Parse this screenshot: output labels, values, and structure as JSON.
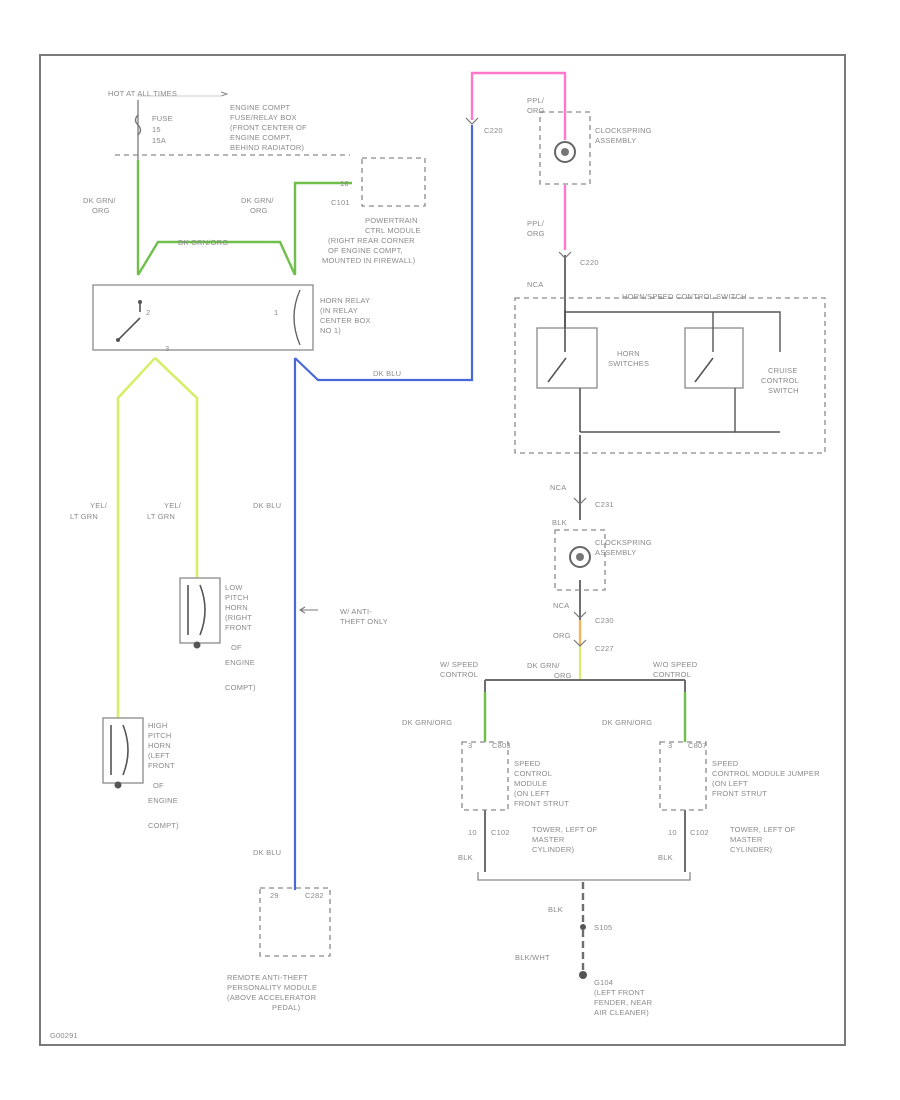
{
  "colors": {
    "green": "#6fbf4a",
    "blue": "#4a67d8",
    "pink": "#ff77c8",
    "yellow_green": "#d6ef6a",
    "orange": "#f3b55a",
    "gray": "#6e6e6e"
  },
  "hot": {
    "label": "HOT AT ALL TIMES",
    "fuse_label_1": "FUSE",
    "fuse_label_2": "15",
    "fuse_label_3": "15A",
    "box_1": "ENGINE COMPT",
    "box_2": "FUSE/RELAY BOX",
    "box_3": "(FRONT CENTER OF",
    "box_4": "ENGINE COMPT,",
    "box_5": "BEHIND RADIATOR)"
  },
  "wires": {
    "dk_grn_org_left_1": "DK GRN/",
    "dk_grn_org_left_2": "ORG",
    "dk_grn_org_right_1": "DK GRN/",
    "dk_grn_org_right_2": "ORG",
    "dk_grn_org_top": "DK GRN/ORG",
    "dk_blu_horizontal": "DK BLU",
    "dk_blu_vertical_1": "DK BLU",
    "dk_blu_vertical_2": "DK BLU",
    "ppl_org_top_1": "PPL/",
    "ppl_org_top_2": "ORG",
    "ppl_org_mid_1": "PPL/",
    "ppl_org_mid_2": "ORG",
    "nca_1": "NCA",
    "nca_2": "NCA",
    "nca_3": "NCA",
    "blk_small": "BLK",
    "org": "ORG",
    "dk_grn_org_mid_1": "DK GRN/",
    "dk_grn_org_mid_2": "ORG",
    "yel_lt_grn_a1": "YEL/",
    "yel_lt_grn_a2": "LT GRN",
    "yel_lt_grn_b1": "YEL/",
    "yel_lt_grn_b2": "LT GRN",
    "dk_grn_org_left_bottom": "DK GRN/ORG",
    "dk_grn_org_right_bottom": "DK GRN/ORG",
    "lg_10_left": "10",
    "lg_10_right": "10",
    "blk_left": "BLK",
    "blk_right": "BLK",
    "blk_ground": "BLK",
    "blk_wht": "BLK/WHT"
  },
  "connectors": {
    "c220_top": "C220",
    "c101": "C101",
    "c220_mid": "C220",
    "c231": "C231",
    "c230": "C230",
    "c227": "C227",
    "c102_left": "C102",
    "c102_right": "C102",
    "s105": "S105",
    "g104_1": "G104",
    "g104_2": "(LEFT FRONT",
    "g104_3": "FENDER, NEAR",
    "g104_4": "AIR CLEANER)"
  },
  "pcm": {
    "pin": "16",
    "line_1": "POWERTRAIN",
    "line_2": "CTRL MODULE",
    "line_3": "(RIGHT REAR CORNER",
    "line_4": "OF ENGINE COMPT,",
    "line_5": "MOUNTED IN FIREWALL)"
  },
  "horn_relay": {
    "pin_a": "2",
    "pin_b": "1",
    "pin_c": "3",
    "line_1": "HORN RELAY",
    "line_2": "(IN RELAY",
    "line_3": "CENTER BOX",
    "line_4": "NO 1)"
  },
  "clockspring_top": {
    "line_1": "CLOCKSPRING",
    "line_2": "ASSEMBLY"
  },
  "switch_assembly": {
    "title": "HORN/SPEED CONTROL SWITCH",
    "horn_1": "HORN",
    "horn_2": "SWITCHES",
    "cruise_1": "CRUISE",
    "cruise_2": "CONTROL",
    "cruise_3": "SWITCH"
  },
  "clockspring_bottom": {
    "line_1": "CLOCKSPRING",
    "line_2": "ASSEMBLY"
  },
  "low_horn": {
    "line_1": "LOW",
    "line_2": "PITCH",
    "line_3": "HORN",
    "line_4": "(RIGHT",
    "line_5": "FRONT",
    "line_6": "OF",
    "line_7": "ENGINE",
    "line_8": "COMPT)"
  },
  "high_horn": {
    "line_1": "HIGH",
    "line_2": "PITCH",
    "line_3": "HORN",
    "line_4": "(LEFT",
    "line_5": "FRONT",
    "line_6": "OF",
    "line_7": "ENGINE",
    "line_8": "COMPT)"
  },
  "anti_theft": {
    "line_1": "W/ ANTI-",
    "line_2": "THEFT ONLY"
  },
  "speed_left": {
    "header_1": "W/ SPEED",
    "header_2": "CONTROL",
    "pin": "3",
    "conn": "C803",
    "line_1": "SPEED",
    "line_2": "CONTROL",
    "line_3": "MODULE",
    "line_4": "(ON LEFT",
    "line_5": "FRONT STRUT",
    "line_6": "TOWER, LEFT OF",
    "line_7": "MASTER",
    "line_8": "CYLINDER)"
  },
  "speed_right": {
    "header_1": "W/O SPEED",
    "header_2": "CONTROL",
    "pin": "3",
    "conn": "C807",
    "line_1": "SPEED",
    "line_2": "CONTROL MODULE JUMPER",
    "line_3": "(ON LEFT",
    "line_4": "FRONT STRUT",
    "line_5": "TOWER, LEFT OF",
    "line_6": "MASTER",
    "line_7": "CYLINDER)"
  },
  "rap": {
    "pin": "29",
    "conn": "C282",
    "line_1": "REMOTE ANTI-THEFT",
    "line_2": "PERSONALITY MODULE",
    "line_3": "(ABOVE ACCELERATOR",
    "line_4": "PEDAL)"
  },
  "figure_id": "G00291"
}
